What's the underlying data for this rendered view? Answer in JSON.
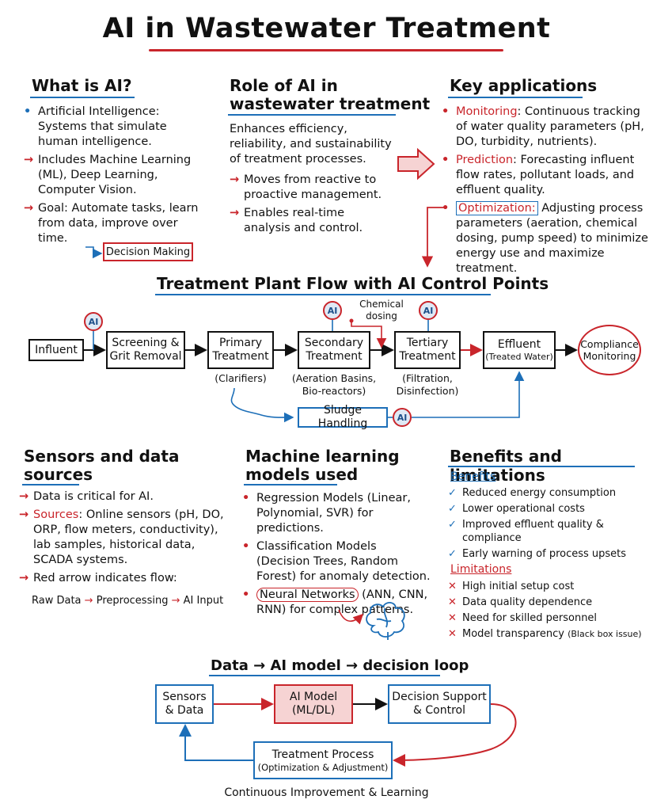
{
  "title": "AI in Wastewater Treatment",
  "what_is_ai": {
    "heading": "What is AI?",
    "items": [
      {
        "marker": "•",
        "text": "Artificial Intelligence: Systems that simulate human intelligence."
      },
      {
        "marker": "→",
        "text": "Includes Machine Learning (ML), Deep Learning, Computer Vision."
      },
      {
        "marker": "→",
        "text": "Goal: Automate tasks, learn from data, improve over time."
      }
    ],
    "decision_box": "Decision Making"
  },
  "role": {
    "heading_line1": "Role of AI in",
    "heading_line2": "wastewater treatment",
    "intro": "Enhances efficiency, reliability, and sustainability of treatment processes.",
    "items": [
      {
        "marker": "→",
        "text": "Moves from reactive to proactive management."
      },
      {
        "marker": "→",
        "text": "Enables real-time analysis and control."
      }
    ]
  },
  "key_apps": {
    "heading": "Key applications",
    "items": [
      {
        "marker": "•",
        "term": "Monitoring",
        "text": ": Continuous tracking of water quality parameters (pH, DO, turbidity, nutrients)."
      },
      {
        "marker": "•",
        "term": "Prediction",
        "text": ": Forecasting influent flow rates, pollutant loads, and effluent quality."
      },
      {
        "marker": "•",
        "term": "Optimization:",
        "text": " Adjusting process parameters (aeration, chemical dosing, pump speed) to minimize energy use and maximize treatment."
      }
    ]
  },
  "flow": {
    "heading": "Treatment Plant Flow with AI Control Points",
    "ai_label": "AI",
    "influent": "Influent",
    "screening": "Screening & Grit Removal",
    "primary": "Primary Treatment",
    "primary_note": "(Clarifiers)",
    "secondary": "Secondary Treatment",
    "secondary_note": "(Aeration Basins, Bio-reactors)",
    "chemical": "Chemical dosing",
    "tertiary": "Tertiary Treatment",
    "tertiary_note": "(Filtration, Disinfection)",
    "effluent": "Effluent",
    "effluent_note": "(Treated Water)",
    "compliance": "Compliance Monitoring",
    "sludge": "Sludge Handling"
  },
  "sensors": {
    "heading_line1": "Sensors and data",
    "heading_line2": "sources",
    "item1": "Data is critical for AI.",
    "item2_term": "Sources",
    "item2_text": ": Online sensors (pH, DO, ORP, flow meters, conductivity), lab samples, historical data, SCADA systems.",
    "item3": "Red arrow indicates flow:",
    "flow_raw": "Raw Data",
    "flow_pre": "Preprocessing",
    "flow_ai": "AI Input"
  },
  "ml": {
    "heading_line1": "Machine learning",
    "heading_line2": "models used",
    "item1": "Regression Models (Linear, Polynomial, SVR) for predictions.",
    "item2": "Classification Models (Decision Trees, Random Forest) for anomaly detection.",
    "item3_term": "Neural Networks",
    "item3_text": " (ANN, CNN, RNN) for complex patterns."
  },
  "benefits": {
    "heading": "Benefits and limitations",
    "benefits_label": "Benefits",
    "benefits": [
      "Reduced energy consumption",
      "Lower operational costs",
      "Improved effluent quality & compliance",
      "Early warning of process upsets"
    ],
    "limitations_label": "Limitations",
    "limitations": [
      "High initial setup cost",
      "Data quality dependence",
      "Need for skilled personnel",
      "Model transparency"
    ],
    "transparency_note": "(Black box issue)"
  },
  "loop": {
    "heading": "Data → AI model → decision loop",
    "sensors": "Sensors & Data",
    "model_line1": "AI Model",
    "model_line2": "(ML/DL)",
    "decision": "Decision Support & Control",
    "process": "Treatment Process",
    "process_note": "(Optimization & Adjustment)",
    "footer": "Continuous Improvement & Learning"
  },
  "colors": {
    "accent_red": "#c9252b",
    "accent_blue": "#1d6fb8",
    "highlight_pink": "#f6d3d3"
  }
}
